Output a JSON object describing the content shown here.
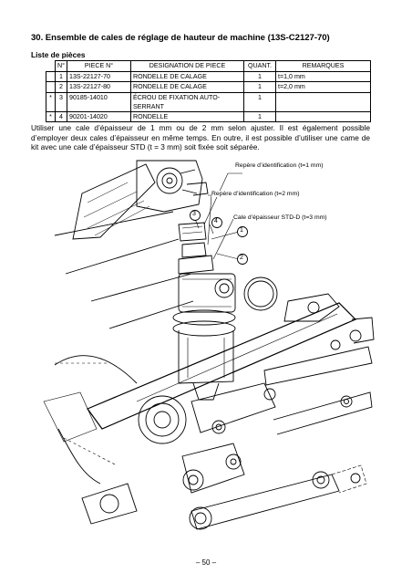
{
  "section": {
    "title": "30.  Ensemble de cales de réglage de hauteur de machine (13S-C2127-70)",
    "parts_list_heading": "Liste de pièces"
  },
  "parts_table": {
    "headers": [
      "N°",
      "PIECE N°",
      "DESIGNATION DE PIECE",
      "QUANT.",
      "REMARQUES"
    ],
    "rows": [
      {
        "mark": "",
        "no": "1",
        "part": "13S-22127-70",
        "designation": "RONDELLE DE CALAGE",
        "qty": "1",
        "remark": "t=1,0 mm"
      },
      {
        "mark": "",
        "no": "2",
        "part": "13S-22127-80",
        "designation": "RONDELLE DE CALAGE",
        "qty": "1",
        "remark": "t=2,0 mm"
      },
      {
        "mark": "*",
        "no": "3",
        "part": "90185-14010",
        "designation": "ÉCROU DE FIXATION AUTO-SERRANT",
        "qty": "1",
        "remark": ""
      },
      {
        "mark": "*",
        "no": "4",
        "part": "90201-14020",
        "designation": "RONDELLE",
        "qty": "1",
        "remark": ""
      }
    ]
  },
  "paragraph": "Utiliser une cale d’épaisseur de 1 mm ou de 2 mm selon ajuster. Il est également possible d’employer deux cales d’épaisseur en même temps. En outre, il est possible d’utiliser une came de kit avec une cale d’épaisseur STD (t = 3 mm) soit fixée soit séparée.",
  "figure": {
    "label_id_1": "Repère d’identification (t=1 mm)",
    "label_id_2": "Repère d’identification (t=2 mm)",
    "label_std": "Cale d’épaisseur STD-D (t=3 mm)",
    "callout_1": "1",
    "callout_2": "2",
    "callout_3": "3",
    "callout_4": "4"
  },
  "page_number": "– 50 –"
}
